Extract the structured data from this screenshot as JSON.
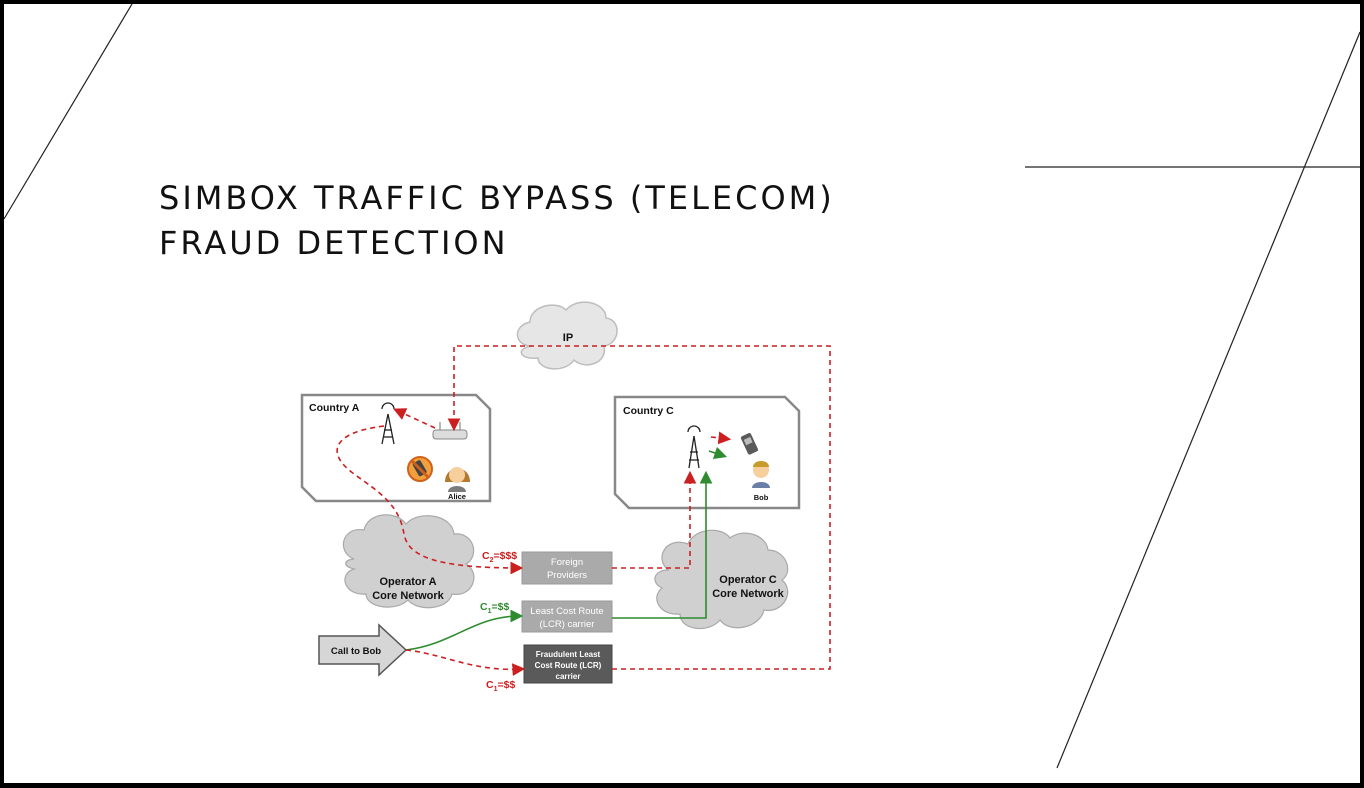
{
  "slide": {
    "title_line1": "SIMBOX TRAFFIC BYPASS (TELECOM)",
    "title_line2": "FRAUD DETECTION"
  },
  "diagram": {
    "ip_label": "IP",
    "country_a": {
      "label": "Country A",
      "user": "Alice"
    },
    "country_c": {
      "label": "Country C",
      "user": "Bob"
    },
    "operator_a": {
      "line1": "Operator A",
      "line2": "Core Network"
    },
    "operator_c": {
      "line1": "Operator C",
      "line2": "Core Network"
    },
    "foreign_providers": {
      "line1": "Foreign",
      "line2": "Providers"
    },
    "lcr_carrier": {
      "line1": "Least Cost Route",
      "line2": "(LCR) carrier"
    },
    "fraud_lcr_carrier": {
      "line1": "Fraudulent Least",
      "line2": "Cost Route (LCR)",
      "line3": "carrier"
    },
    "call_to_bob": "Call to Bob",
    "cost_foreign": {
      "base": "C",
      "sub": "2",
      "value": "=$$$"
    },
    "cost_lcr": {
      "base": "C",
      "sub": "1",
      "value": "=$$"
    },
    "cost_fraud": {
      "base": "C",
      "sub": "1",
      "value": "=$$"
    }
  },
  "colors": {
    "fraud_path": "#cc1f1f",
    "legit_path": "#2e8b2e",
    "cloud_fill": "#d0d0d0",
    "box_fill": "#aaaaaa",
    "fraud_box_fill": "#5a5a5a"
  }
}
